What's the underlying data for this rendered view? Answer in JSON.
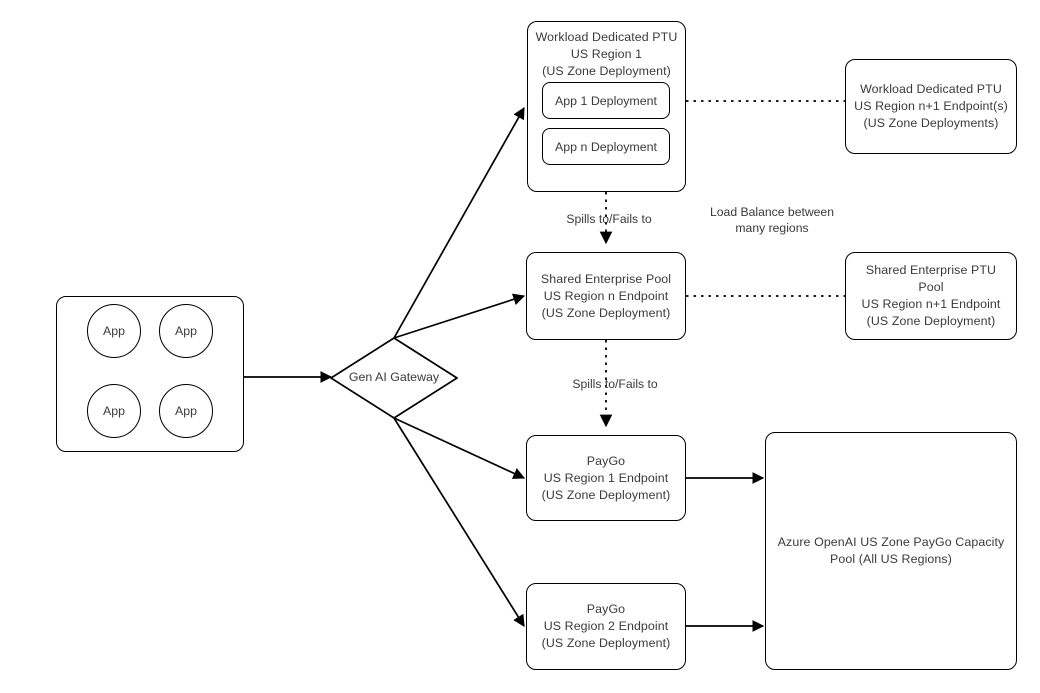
{
  "diagram": {
    "title": "Gen AI Gateway Azure OpenAI Capacity Routing",
    "stroke_color": "#000000",
    "text_color": "#3a3a3a",
    "background": "#ffffff"
  },
  "app_group": {
    "name": "app-container",
    "apps": [
      {
        "label": "App"
      },
      {
        "label": "App"
      },
      {
        "label": "App"
      },
      {
        "label": "App"
      }
    ]
  },
  "gateway": {
    "label": "Gen AI Gateway"
  },
  "nodes": {
    "workload_ptu_region1": {
      "label": "Workload Dedicated PTU\nUS Region 1\n(US Zone Deployment)",
      "children": [
        {
          "label": "App 1 Deployment"
        },
        {
          "label": "App n Deployment"
        }
      ]
    },
    "workload_ptu_region_n1": {
      "label": "Workload Dedicated PTU\nUS Region n+1 Endpoint(s)\n(US Zone Deployments)"
    },
    "shared_pool_region_n": {
      "label": "Shared Enterprise Pool\nUS Region n Endpoint\n(US Zone Deployment)"
    },
    "shared_ptu_pool_region_n1": {
      "label": "Shared Enterprise PTU Pool\nUS Region n+1 Endpoint\n(US Zone Deployment)"
    },
    "paygo_region1": {
      "label": "PayGo\nUS Region 1 Endpoint\n(US Zone Deployment)"
    },
    "paygo_region2": {
      "label": "PayGo\nUS Region 2 Endpoint\n(US Zone Deployment)"
    },
    "azure_capacity_pool": {
      "label": "Azure OpenAI US Zone PayGo Capacity\nPool (All US Regions)"
    }
  },
  "edge_labels": {
    "spills_top": "Spills to/Fails to",
    "spills_bottom": "Spills to/Fails to",
    "load_balance": "Load Balance between\nmany regions"
  }
}
